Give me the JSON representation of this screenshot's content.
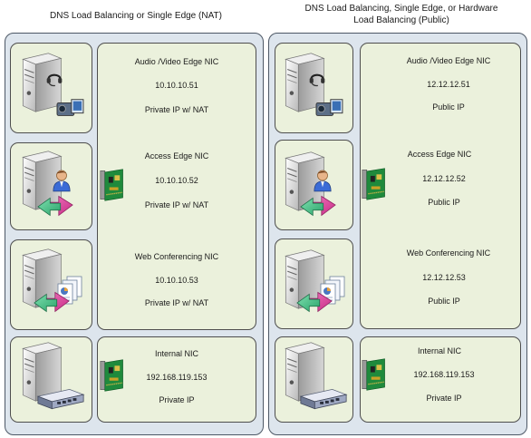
{
  "left": {
    "title": "DNS Load Balancing or Single Edge (NAT)",
    "av": {
      "name": "Audio /Video Edge NIC",
      "ip": "10.10.10.51",
      "type": "Private IP w/ NAT"
    },
    "access": {
      "name": "Access Edge NIC",
      "ip": "10.10.10.52",
      "type": "Private IP w/ NAT"
    },
    "web": {
      "name": "Web Conferencing NIC",
      "ip": "10.10.10.53",
      "type": "Private IP w/ NAT"
    },
    "internal": {
      "name": "Internal NIC",
      "ip": "192.168.119.153",
      "type": "Private IP"
    }
  },
  "right": {
    "title_line1": "DNS Load Balancing, Single Edge, or Hardware",
    "title_line2": "Load Balancing (Public)",
    "av": {
      "name": "Audio /Video Edge NIC",
      "ip": "12.12.12.51",
      "type": "Public IP"
    },
    "access": {
      "name": "Access Edge NIC",
      "ip": "12.12.12.52",
      "type": "Public IP"
    },
    "web": {
      "name": "Web Conferencing NIC",
      "ip": "12.12.12.53",
      "type": "Public IP"
    },
    "internal": {
      "name": "Internal NIC",
      "ip": "192.168.119.153",
      "type": "Private IP"
    }
  },
  "icons": {
    "server": "server-icon",
    "headset": "headset-icon",
    "camera": "video-camera-icon",
    "user": "user-icon",
    "arrow": "arrow-icon",
    "documents": "documents-icon",
    "nic": "network-card-icon",
    "switch": "network-switch-icon"
  }
}
